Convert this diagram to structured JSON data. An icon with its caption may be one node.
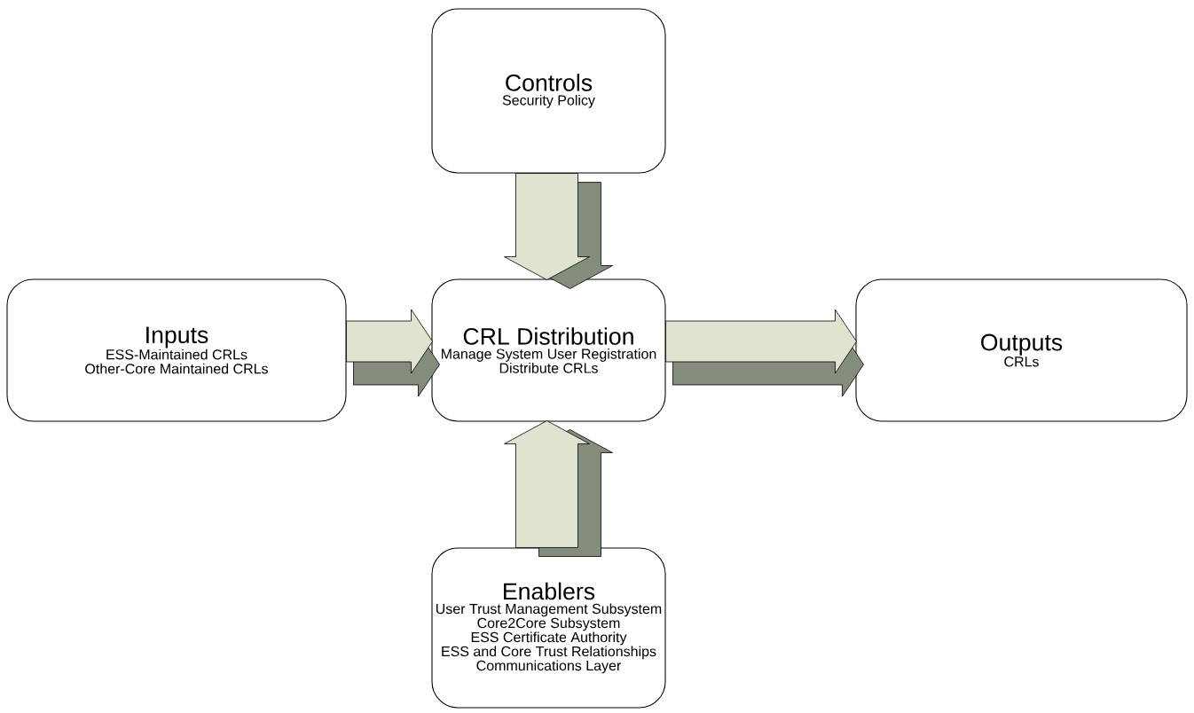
{
  "diagram": {
    "nodes": [
      {
        "text": [
          "Controls",
          "Security Policy"
        ]
      },
      {
        "text": [
          "Inputs",
          "ESS-Maintained CRLs",
          "Other-Core Maintained CRLs"
        ]
      },
      {
        "text": [
          "CRL Distribution",
          "Manage System User Registration",
          "Distribute CRLs"
        ]
      },
      {
        "text": [
          "Outputs",
          "CRLs"
        ]
      },
      {
        "text": [
          "Enablers",
          "User Trust Management Subsystem",
          "Core2Core Subsystem",
          "ESS Certificate Authority",
          "ESS and Core Trust Relationships",
          "Communications Layer"
        ]
      }
    ],
    "edges": [
      {
        "from": 0,
        "to": 2,
        "arrow": "to"
      },
      {
        "from": 1,
        "to": 2,
        "arrow": "to"
      },
      {
        "from": 2,
        "to": 3,
        "arrow": "to"
      },
      {
        "from": 4,
        "to": 2,
        "arrow": "to"
      }
    ]
  }
}
